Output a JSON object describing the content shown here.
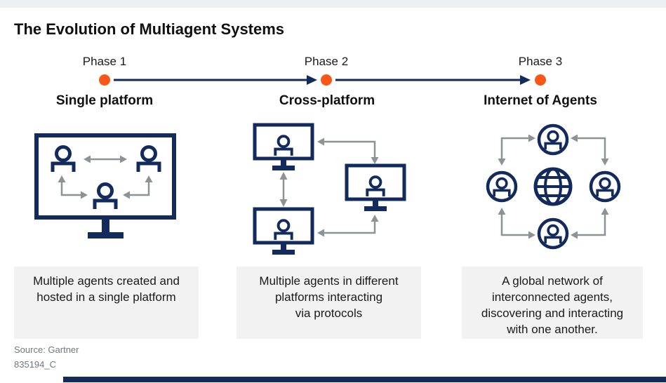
{
  "header": {
    "title": "The Evolution of Multiagent Systems"
  },
  "phases": [
    {
      "label": "Phase 1",
      "subtitle": "Single platform",
      "icon": "monitor-with-agents-icon",
      "desc_lines": [
        "Multiple agents created and",
        "hosted in a single platform"
      ]
    },
    {
      "label": "Phase 2",
      "subtitle": "Cross-platform",
      "icon": "linked-monitors-icon",
      "desc_lines": [
        "Multiple agents in different",
        "platforms interacting",
        "via protocols"
      ]
    },
    {
      "label": "Phase 3",
      "subtitle": "Internet of Agents",
      "icon": "globe-with-agents-icon",
      "desc_lines": [
        "A global network of",
        "interconnected agents,",
        "discovering and interacting",
        "with one another."
      ]
    }
  ],
  "footer": {
    "source": "Source: Gartner",
    "doc_id": "835194_C"
  },
  "colors": {
    "navy": "#122A5C",
    "orange": "#F9571A",
    "arrow_gray": "#8C9396",
    "box_bg": "#F2F2F2",
    "strip_bg": "#EDF0F3",
    "muted_text": "#6E797E"
  }
}
